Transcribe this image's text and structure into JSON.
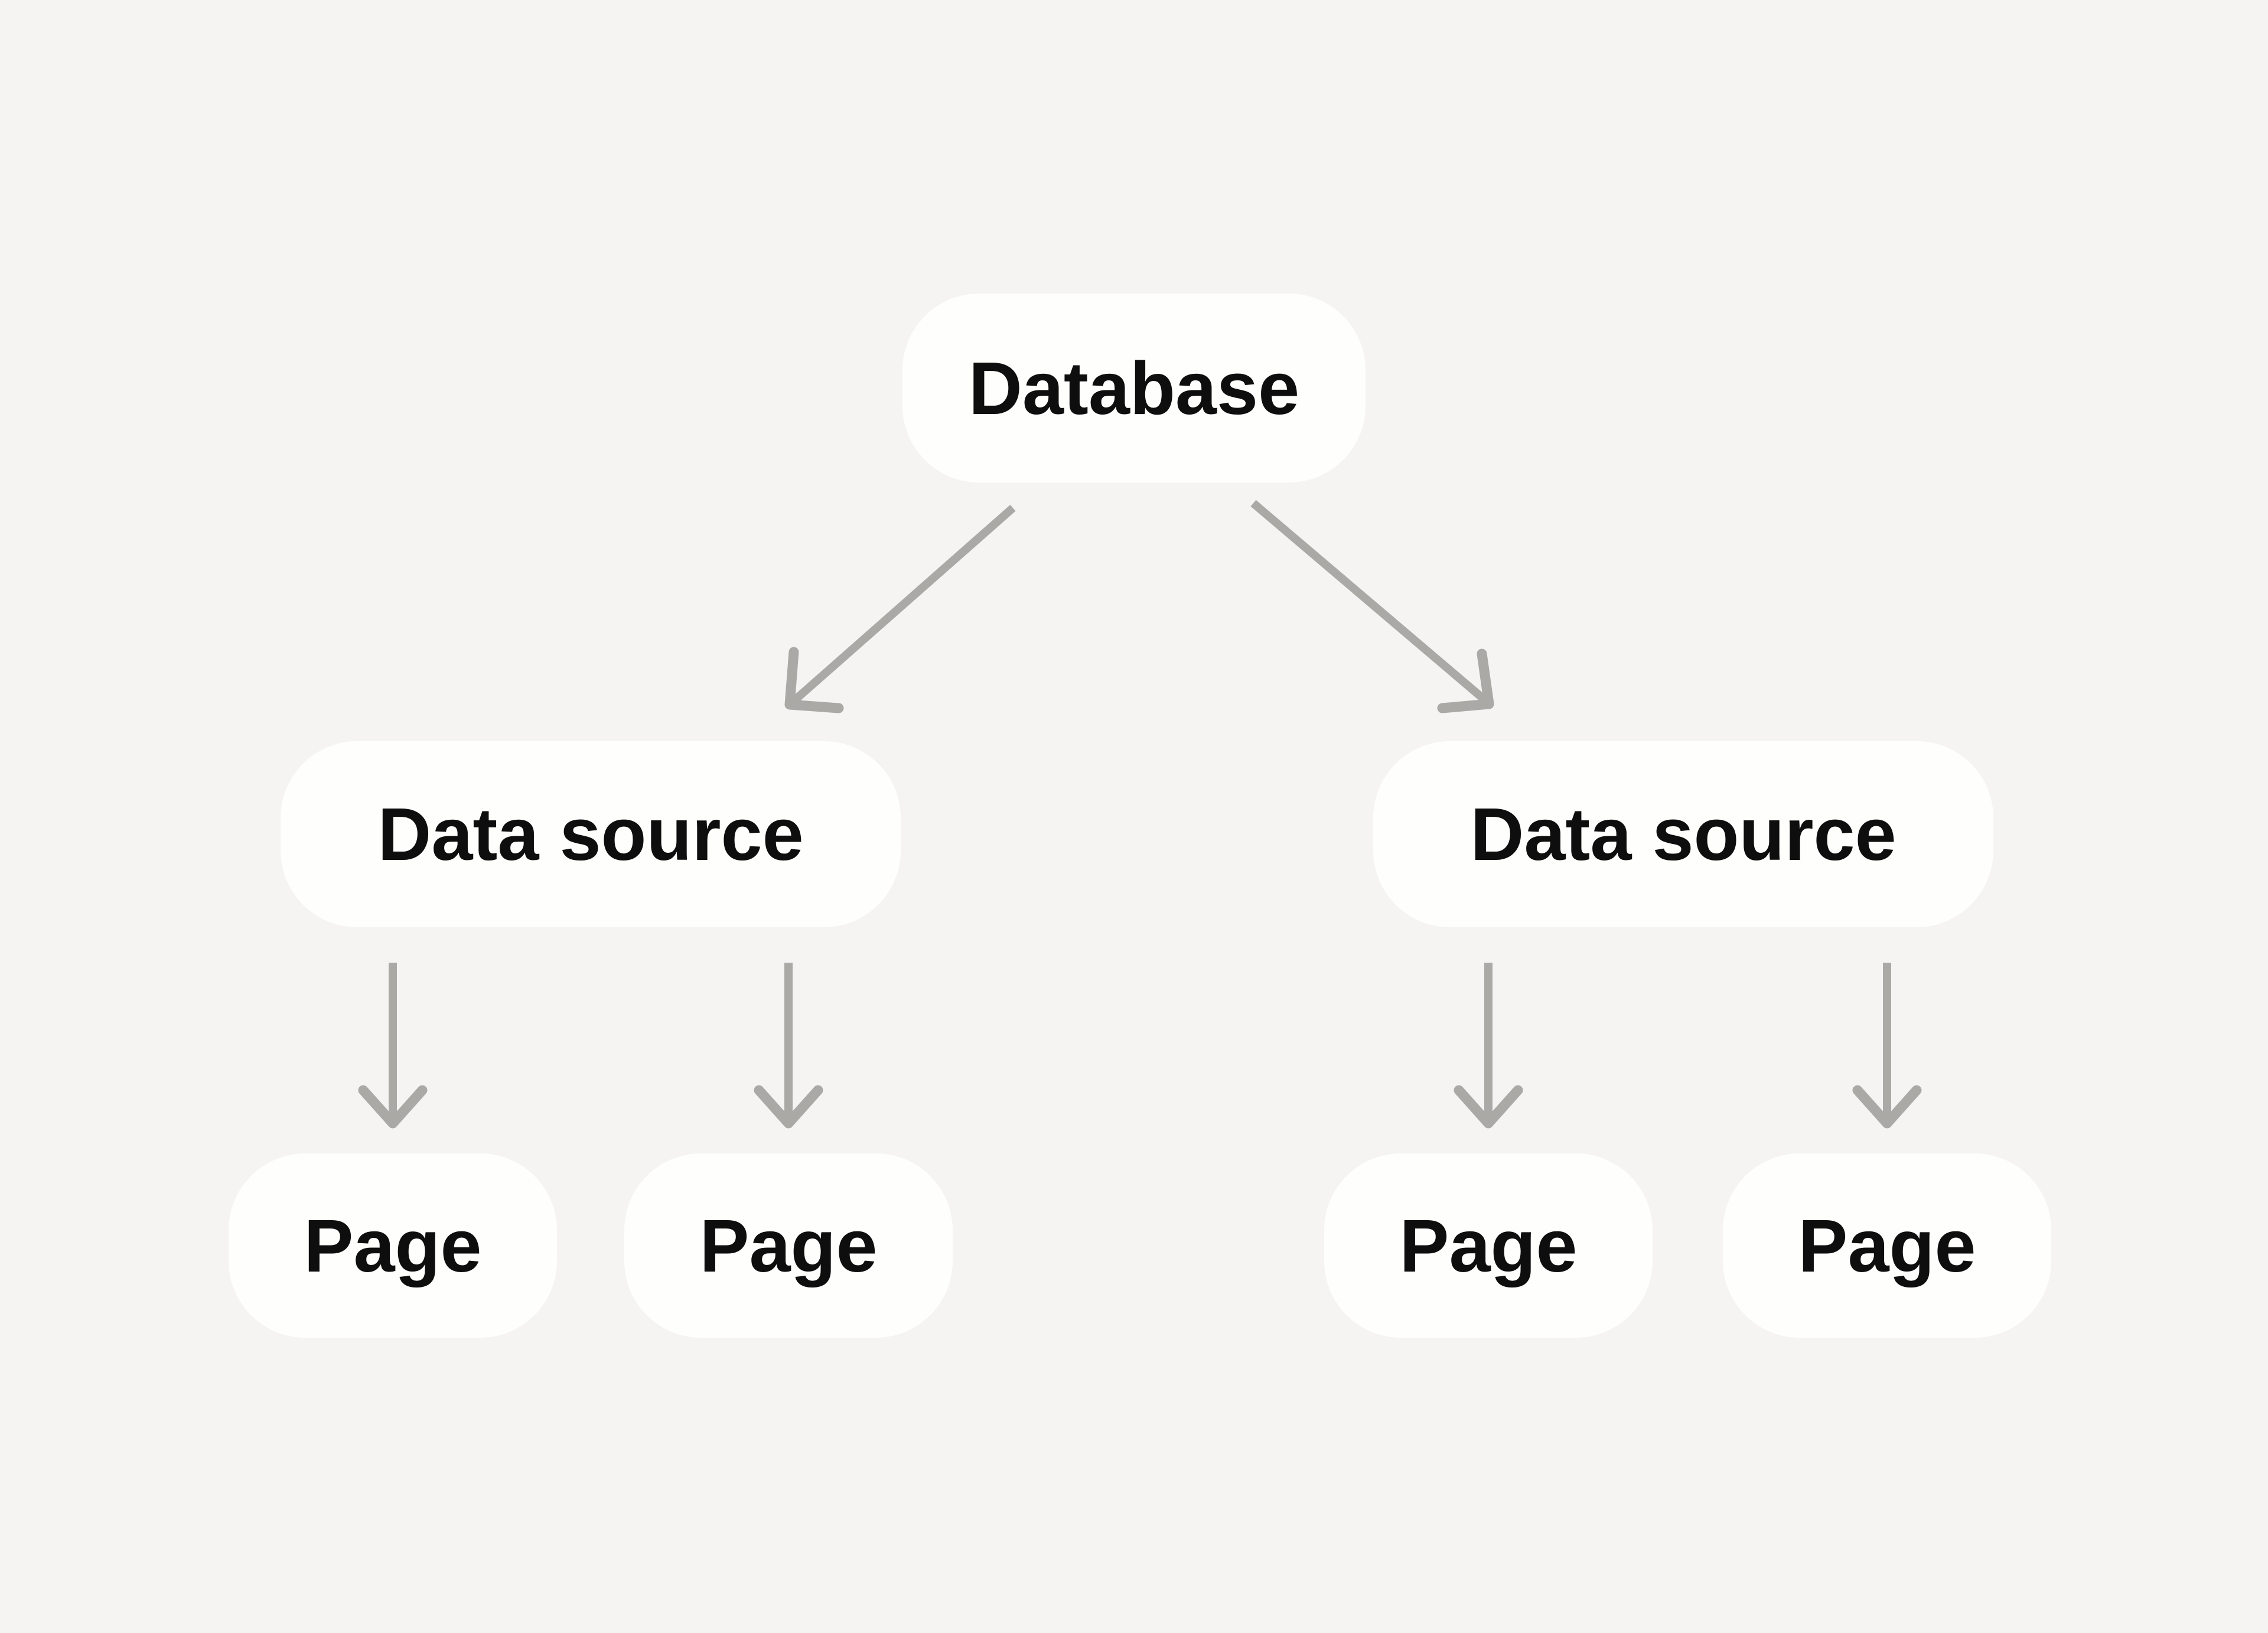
{
  "diagram_type": "tree",
  "colors": {
    "background": "#f5f4f2",
    "node_fill": "#fefefd",
    "arrow": "#aba9a6",
    "text": "#0e0e0e"
  },
  "nodes": {
    "database": {
      "label": "Database"
    },
    "datasource_left": {
      "label": "Data source"
    },
    "datasource_right": {
      "label": "Data source"
    },
    "page_1": {
      "label": "Page"
    },
    "page_2": {
      "label": "Page"
    },
    "page_3": {
      "label": "Page"
    },
    "page_4": {
      "label": "Page"
    }
  },
  "edges": [
    {
      "from": "database",
      "to": "datasource_left"
    },
    {
      "from": "database",
      "to": "datasource_right"
    },
    {
      "from": "datasource_left",
      "to": "page_1"
    },
    {
      "from": "datasource_left",
      "to": "page_2"
    },
    {
      "from": "datasource_right",
      "to": "page_3"
    },
    {
      "from": "datasource_right",
      "to": "page_4"
    }
  ]
}
